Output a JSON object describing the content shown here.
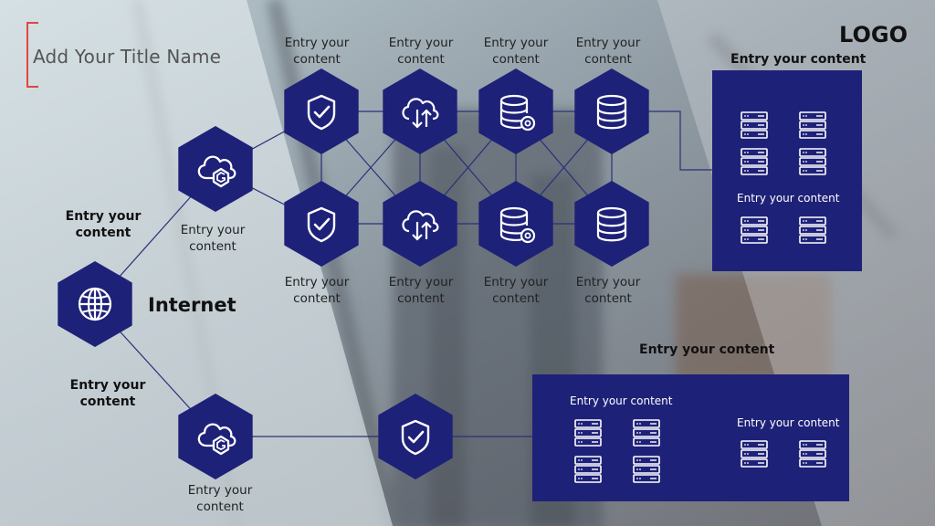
{
  "slide": {
    "title": "Add Your Title Name",
    "logo": "LOGO",
    "internet_label": "Internet"
  },
  "labels": {
    "top_row_1": "Entry your content",
    "top_row_2": "Entry your content",
    "top_row_3": "Entry your content",
    "top_row_4": "Entry your content",
    "mid_row_1": "Entry your content",
    "mid_row_2": "Entry your content",
    "mid_row_3": "Entry your content",
    "mid_row_4": "Entry your content",
    "cloud_upper": "Entry your content",
    "cloud_lower": "Entry your content",
    "left_upper": "Entry your content",
    "left_lower": "Entry your content"
  },
  "right_top_box": {
    "header": "Entry your content",
    "inner_label": "Entry your content"
  },
  "right_bottom_box": {
    "header": "Entry your content",
    "left_label": "Entry your content",
    "right_label": "Entry your content"
  },
  "colors": {
    "hex_fill": "#1e2178",
    "box_fill": "#1e2178",
    "accent": "#e0473f",
    "line": "#2a3078"
  },
  "nodes": [
    {
      "id": "internet",
      "icon": "globe-icon"
    },
    {
      "id": "cloud-upper",
      "icon": "cloud-icon"
    },
    {
      "id": "cloud-lower",
      "icon": "cloud-icon"
    },
    {
      "id": "r1c1",
      "icon": "shield-check-icon"
    },
    {
      "id": "r1c2",
      "icon": "cloud-sync-icon"
    },
    {
      "id": "r1c3",
      "icon": "database-search-icon"
    },
    {
      "id": "r1c4",
      "icon": "database-icon"
    },
    {
      "id": "r2c1",
      "icon": "shield-check-icon"
    },
    {
      "id": "r2c2",
      "icon": "cloud-sync-icon"
    },
    {
      "id": "r2c3",
      "icon": "database-search-icon"
    },
    {
      "id": "r2c4",
      "icon": "database-icon"
    },
    {
      "id": "lower-shield",
      "icon": "shield-check-icon"
    }
  ]
}
